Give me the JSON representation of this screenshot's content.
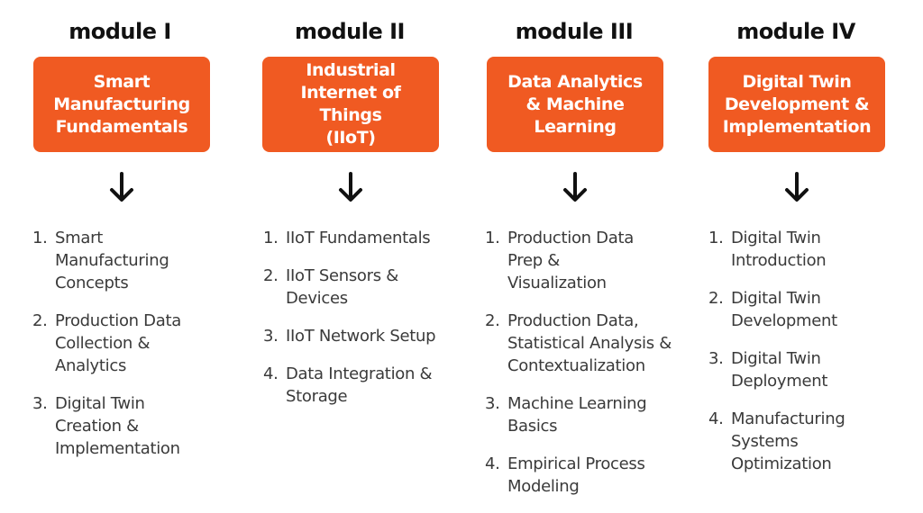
{
  "modules": [
    {
      "heading": "module I",
      "title": "Smart Manufacturing Fundamentals",
      "topics": [
        {
          "num": "1.",
          "text": "Smart Manufacturing Concepts"
        },
        {
          "num": "2.",
          "text": "Production Data Collection & Analytics"
        },
        {
          "num": "3.",
          "text": "Digital Twin Creation & Implementation"
        }
      ]
    },
    {
      "heading": "module II",
      "title": "Industrial Internet of Things (IIoT)",
      "topics": [
        {
          "num": "1.",
          "text": "IIoT Fundamentals"
        },
        {
          "num": "2.",
          "text": "IIoT Sensors & Devices"
        },
        {
          "num": "3.",
          "text": "IIoT Network Setup"
        },
        {
          "num": "4.",
          "text": "Data Integration & Storage"
        }
      ]
    },
    {
      "heading": "module III",
      "title": "Data Analytics & Machine Learning",
      "topics": [
        {
          "num": "1.",
          "text": "Production Data Prep & Visualization"
        },
        {
          "num": "2.",
          "text": "Production Data, Statistical Analysis & Contextualization"
        },
        {
          "num": "3.",
          "text": "Machine Learning Basics"
        },
        {
          "num": "4.",
          "text": "Empirical Process Modeling"
        }
      ]
    },
    {
      "heading": "module IV",
      "title": "Digital Twin Development & Implementation",
      "topics": [
        {
          "num": "1.",
          "text": "Digital Twin Introduction"
        },
        {
          "num": "2.",
          "text": "Digital Twin Development"
        },
        {
          "num": "3.",
          "text": "Digital Twin Deployment"
        },
        {
          "num": "4.",
          "text": "Manufacturing Systems Optimization"
        }
      ]
    }
  ],
  "colors": {
    "box_fill": "#f05a22",
    "box_text": "#ffffff",
    "heading_text": "#111111",
    "topic_text": "#3a3a3a",
    "arrow": "#111111"
  },
  "icons": {
    "arrow": "arrow-down-icon"
  }
}
